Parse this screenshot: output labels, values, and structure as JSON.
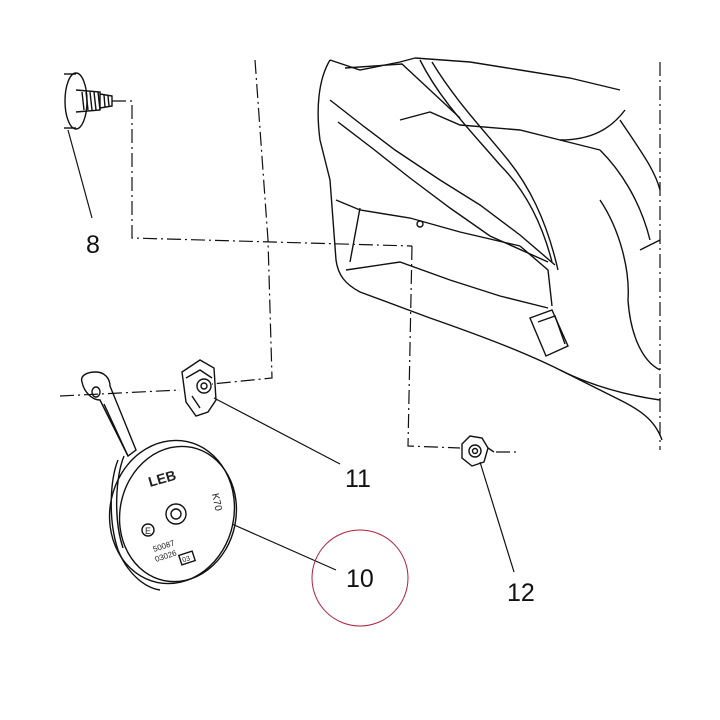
{
  "callouts": {
    "bolt": "8",
    "horn": "10",
    "speed_nut": "11",
    "flange_nut": "12"
  },
  "horn_markings": {
    "brand": "LEB",
    "model": "K70",
    "approval_symbol": "E",
    "approval_number_1": "50087",
    "approval_number_2": "03026",
    "category": "03"
  },
  "colors": {
    "line": "#111111",
    "highlight_circle": "#b0203a",
    "background": "#ffffff"
  }
}
